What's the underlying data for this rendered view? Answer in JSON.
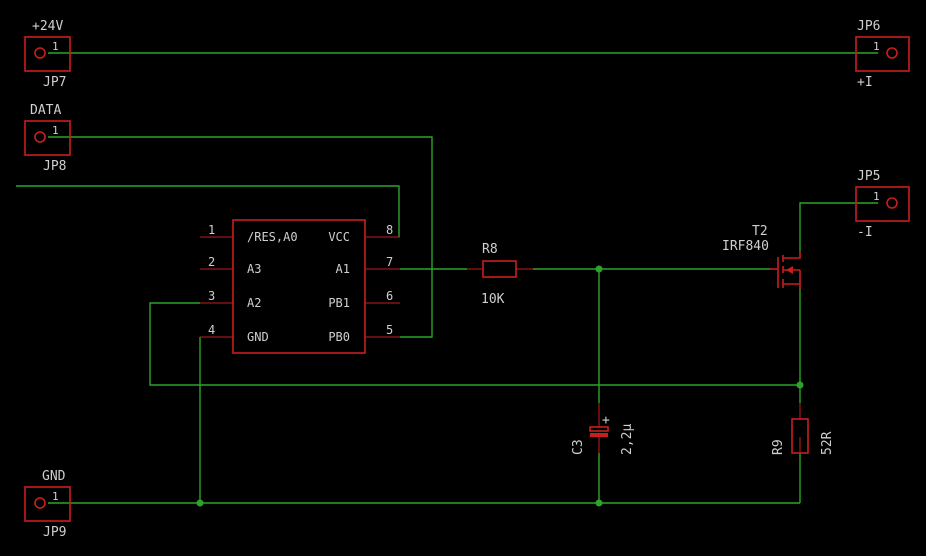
{
  "connectors": {
    "jp7": {
      "name": "JP7",
      "value": "+24V",
      "pin": "1"
    },
    "jp6": {
      "name": "JP6",
      "value": "+I",
      "pin": "1"
    },
    "jp8": {
      "name": "JP8",
      "value": "DATA",
      "pin": "1"
    },
    "jp5": {
      "name": "JP5",
      "value": "-I",
      "pin": "1"
    },
    "jp9": {
      "name": "JP9",
      "value": "GND",
      "pin": "1"
    }
  },
  "ic": {
    "left_pins": [
      {
        "num": "1",
        "label": "/RES,A0"
      },
      {
        "num": "2",
        "label": "A3"
      },
      {
        "num": "3",
        "label": "A2"
      },
      {
        "num": "4",
        "label": "GND"
      }
    ],
    "right_pins": [
      {
        "num": "8",
        "label": "VCC"
      },
      {
        "num": "7",
        "label": "A1"
      },
      {
        "num": "6",
        "label": "PB1"
      },
      {
        "num": "5",
        "label": "PB0"
      }
    ]
  },
  "r8": {
    "name": "R8",
    "value": "10K"
  },
  "t2": {
    "name": "T2",
    "value": "IRF840"
  },
  "c3": {
    "name": "C3",
    "value": "2,2µ",
    "polarity": "+"
  },
  "r9": {
    "name": "R9",
    "value": "52R"
  },
  "colors": {
    "background": "#000000",
    "net": "#2aa52a",
    "part": "#c81e1e",
    "text": "#cfcfcf"
  }
}
